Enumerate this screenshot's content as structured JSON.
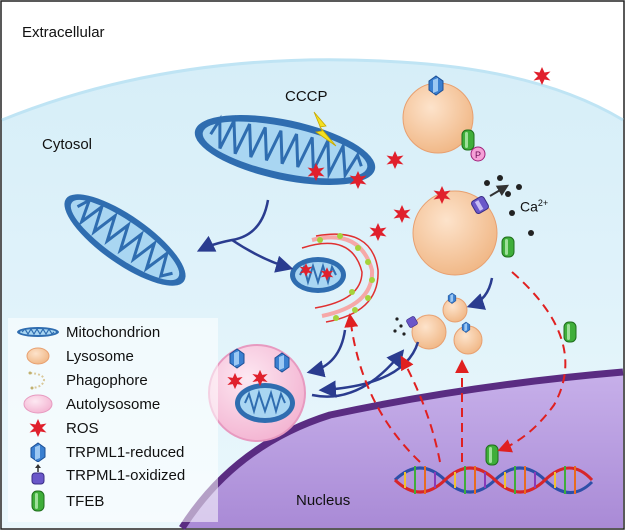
{
  "regions": {
    "extracellular": "Extracellular",
    "cytosol": "Cytosol",
    "nucleus": "Nucleus"
  },
  "labels": {
    "cccp": "CCCP",
    "calcium": "Ca",
    "calcium_charge": "2+",
    "phospho": "P"
  },
  "legend": [
    {
      "symbol": "mitochondrion-icon",
      "label": "Mitochondrion"
    },
    {
      "symbol": "lysosome-icon",
      "label": "Lysosome"
    },
    {
      "symbol": "phagophore-icon",
      "label": "Phagophore"
    },
    {
      "symbol": "autolysosome-icon",
      "label": "Autolysosome"
    },
    {
      "symbol": "ros-icon",
      "label": "ROS"
    },
    {
      "symbol": "trpml1-reduced-icon",
      "label": "TRPML1-reduced"
    },
    {
      "symbol": "trpml1-oxidized-icon",
      "label": "TRPML1-oxidized"
    },
    {
      "symbol": "tfeb-icon",
      "label": "TFEB"
    }
  ],
  "colors": {
    "cytosol": "#e3f4fb",
    "nucleus": "#b99fe0",
    "nuclear_envelope": "#5a2c82",
    "mito_outer": "#2f6db0",
    "mito_inner": "#a9d6f2",
    "ros": "#e0202c",
    "lysosome": "#f6c7a0",
    "autolysosome": "#f7c6dc",
    "tfeb": "#3fae3a",
    "trpml1": "#3a7fd0",
    "arrow_blue": "#2a3c8f",
    "arrow_red": "#e02020"
  }
}
